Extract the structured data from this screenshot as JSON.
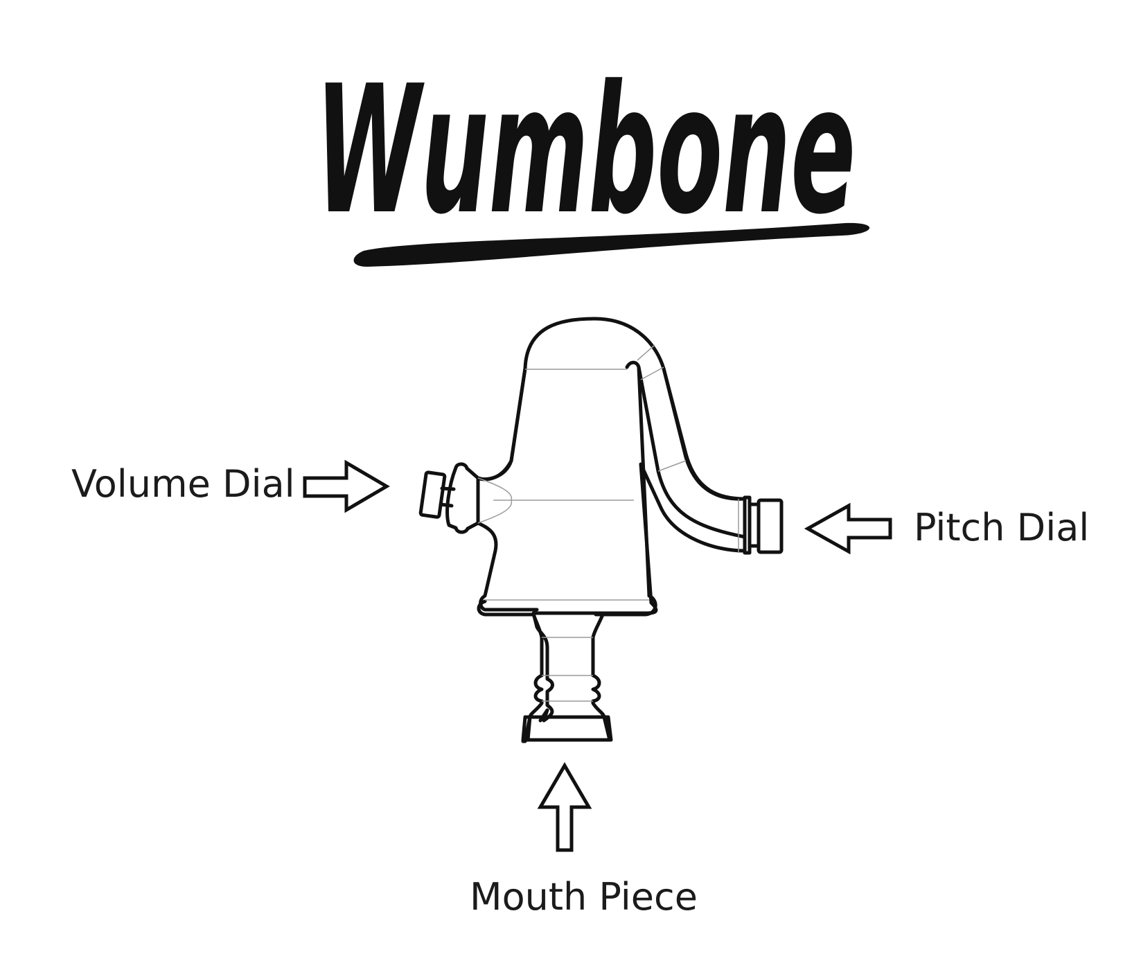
{
  "title": "Wumbone",
  "labels": {
    "volume_dial": "Volume Dial",
    "pitch_dial": "Pitch Dial",
    "mouth_piece": "Mouth Piece"
  },
  "colors": {
    "ink": "#111111",
    "thin_line": "#9a9a9a",
    "background": "#ffffff"
  }
}
